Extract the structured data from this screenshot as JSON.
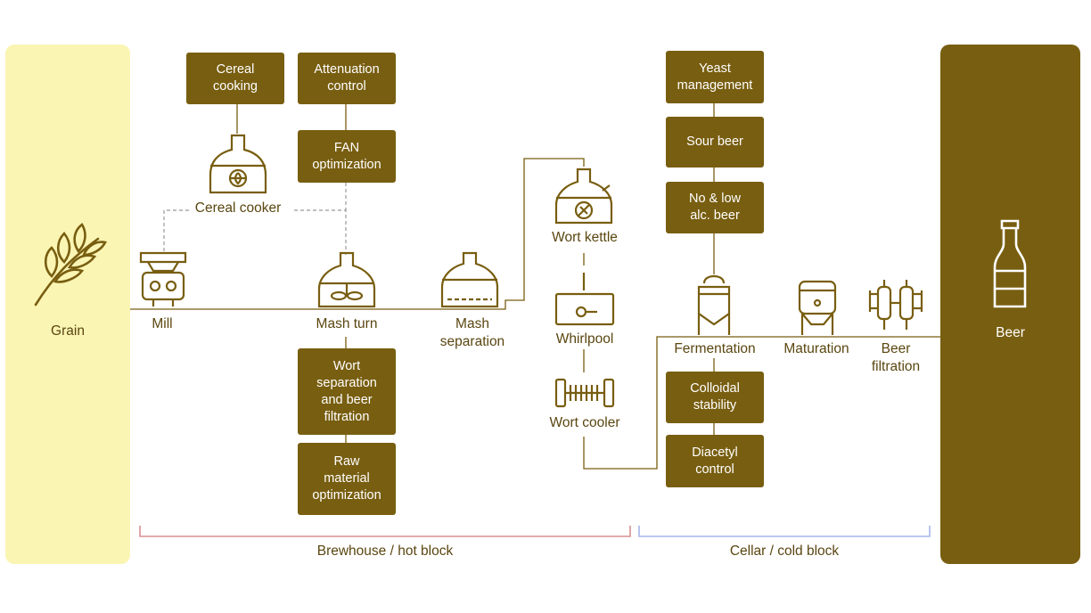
{
  "start": {
    "label": "Grain",
    "icon": "wheat-icon"
  },
  "end": {
    "label": "Beer",
    "icon": "bottle-icon"
  },
  "equipment": [
    {
      "id": "cereal-cooker",
      "label": "Cereal cooker",
      "icon": "cooker-vessel-icon"
    },
    {
      "id": "mill",
      "label": "Mill",
      "icon": "mill-icon"
    },
    {
      "id": "mash-turn",
      "label": "Mash turn",
      "icon": "mash-vessel-icon"
    },
    {
      "id": "mash-separation",
      "label": "Mash\nseparation",
      "icon": "lauter-vessel-icon"
    },
    {
      "id": "wort-kettle",
      "label": "Wort kettle",
      "icon": "kettle-icon"
    },
    {
      "id": "whirlpool",
      "label": "Whirlpool",
      "icon": "whirlpool-icon"
    },
    {
      "id": "wort-cooler",
      "label": "Wort cooler",
      "icon": "cooler-icon"
    },
    {
      "id": "fermentation",
      "label": "Fermentation",
      "icon": "fermenter-icon"
    },
    {
      "id": "maturation",
      "label": "Maturation",
      "icon": "maturation-tank-icon"
    },
    {
      "id": "beer-filtration",
      "label": "Beer\nfiltration",
      "icon": "filter-icon"
    }
  ],
  "solutions": [
    {
      "id": "cereal-cooking",
      "label": "Cereal\ncooking"
    },
    {
      "id": "attenuation-control",
      "label": "Attenuation\ncontrol"
    },
    {
      "id": "fan-optimization",
      "label": "FAN\noptimization"
    },
    {
      "id": "wort-separation",
      "label": "Wort\nseparation\nand beer\nfiltration"
    },
    {
      "id": "raw-material",
      "label": "Raw\nmaterial\noptimization"
    },
    {
      "id": "yeast-management",
      "label": "Yeast\nmanagement"
    },
    {
      "id": "sour-beer",
      "label": "Sour beer"
    },
    {
      "id": "no-low-alc",
      "label": "No & low\nalc. beer"
    },
    {
      "id": "colloidal-stability",
      "label": "Colloidal\nstability"
    },
    {
      "id": "diacetyl-control",
      "label": "Diacetyl\ncontrol"
    }
  ],
  "blocks": [
    {
      "label": "Brewhouse / hot block",
      "color": "#d99090"
    },
    {
      "label": "Cellar / cold block",
      "color": "#a9b6ec"
    }
  ],
  "colors": {
    "primary": "#785e10",
    "grain_panel": "#fbf5b4",
    "line": "#785e10"
  }
}
